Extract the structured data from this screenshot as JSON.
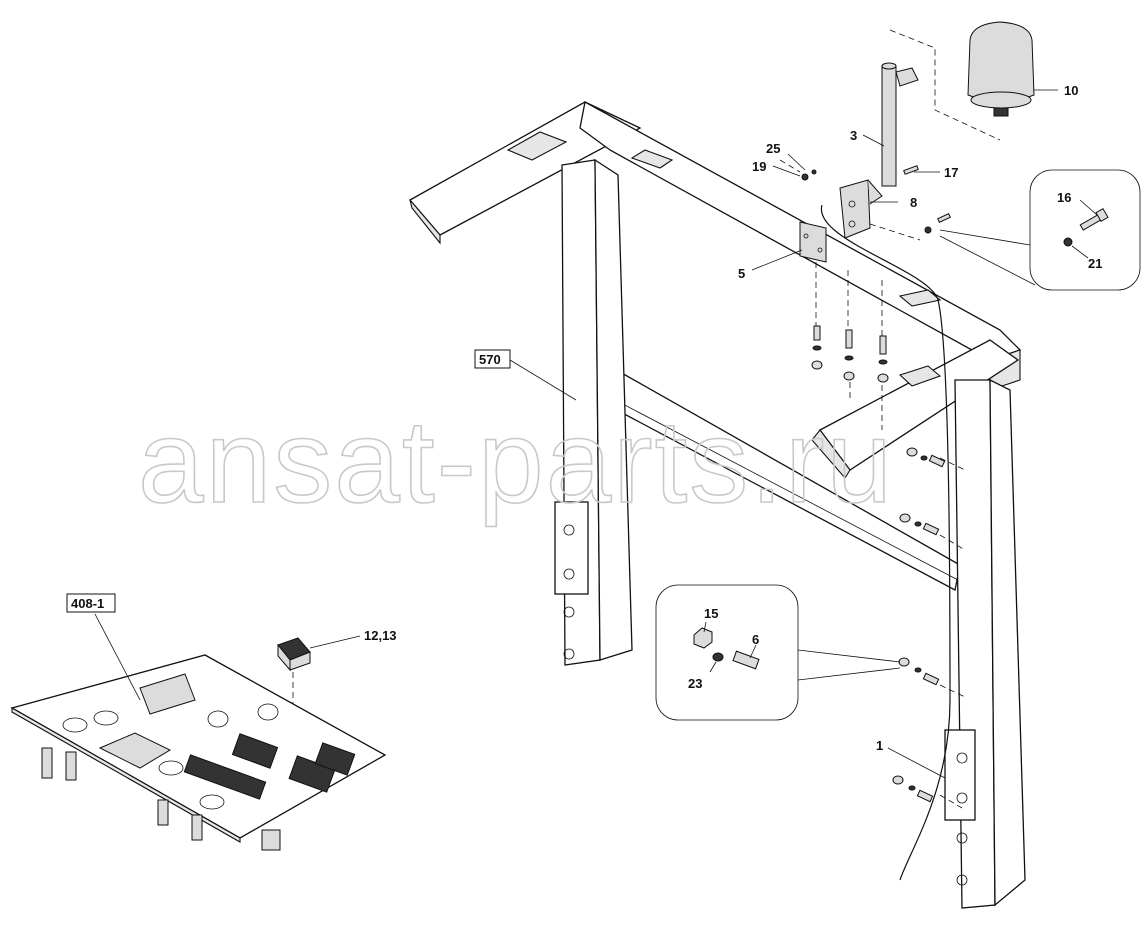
{
  "watermark": "ansat-parts.ru",
  "callouts": {
    "c10": "10",
    "c3": "3",
    "c25": "25",
    "c19": "19",
    "c17": "17",
    "c8": "8",
    "c16": "16",
    "c21": "21",
    "c5": "5",
    "c570": "570",
    "c408": "408-1",
    "c1213": "12,13",
    "c15": "15",
    "c6": "6",
    "c23": "23",
    "c1": "1"
  }
}
